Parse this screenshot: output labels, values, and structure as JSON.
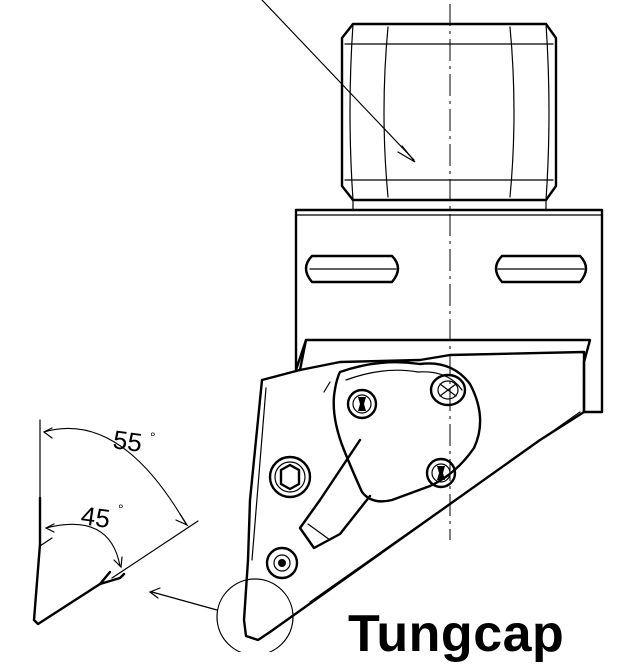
{
  "angles": {
    "outer": {
      "value": "55",
      "unit": "°"
    },
    "inner": {
      "value": "45",
      "unit": "°"
    }
  },
  "brand": {
    "name": "Tungcap"
  }
}
